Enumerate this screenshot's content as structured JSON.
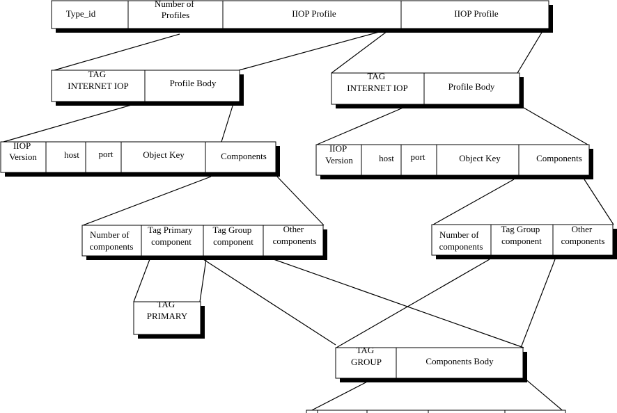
{
  "ior": {
    "type_id": "Type_id",
    "num_profiles": [
      "Number of",
      "Profiles"
    ],
    "profile1": "IIOP Profile",
    "profile2": "IIOP Profile"
  },
  "profile_left": {
    "tag": [
      "TAG",
      "INTERNET IOP"
    ],
    "body": "Profile Body"
  },
  "profile_right": {
    "tag": [
      "TAG",
      "INTERNET IOP"
    ],
    "body": "Profile Body"
  },
  "body_left": {
    "version": [
      "IIOP",
      "Version"
    ],
    "host": "host",
    "port": "port",
    "object_key": "Object Key",
    "components": "Components"
  },
  "body_right": {
    "version": [
      "IIOP",
      "Version"
    ],
    "host": "host",
    "port": "port",
    "object_key": "Object Key",
    "components": "Components"
  },
  "comp_left": {
    "number": [
      "Number of",
      "components"
    ],
    "primary": [
      "Tag Primary",
      "component"
    ],
    "group": [
      "Tag Group",
      "component"
    ],
    "other": [
      "Other",
      "components"
    ]
  },
  "comp_right": {
    "number": [
      "Number of",
      "components"
    ],
    "group": [
      "Tag Group",
      "component"
    ],
    "other": [
      "Other",
      "components"
    ]
  },
  "tag_primary": [
    "TAG",
    "PRIMARY"
  ],
  "tag_group": {
    "tag": [
      "TAG",
      "GROUP"
    ],
    "body": "Components Body"
  }
}
